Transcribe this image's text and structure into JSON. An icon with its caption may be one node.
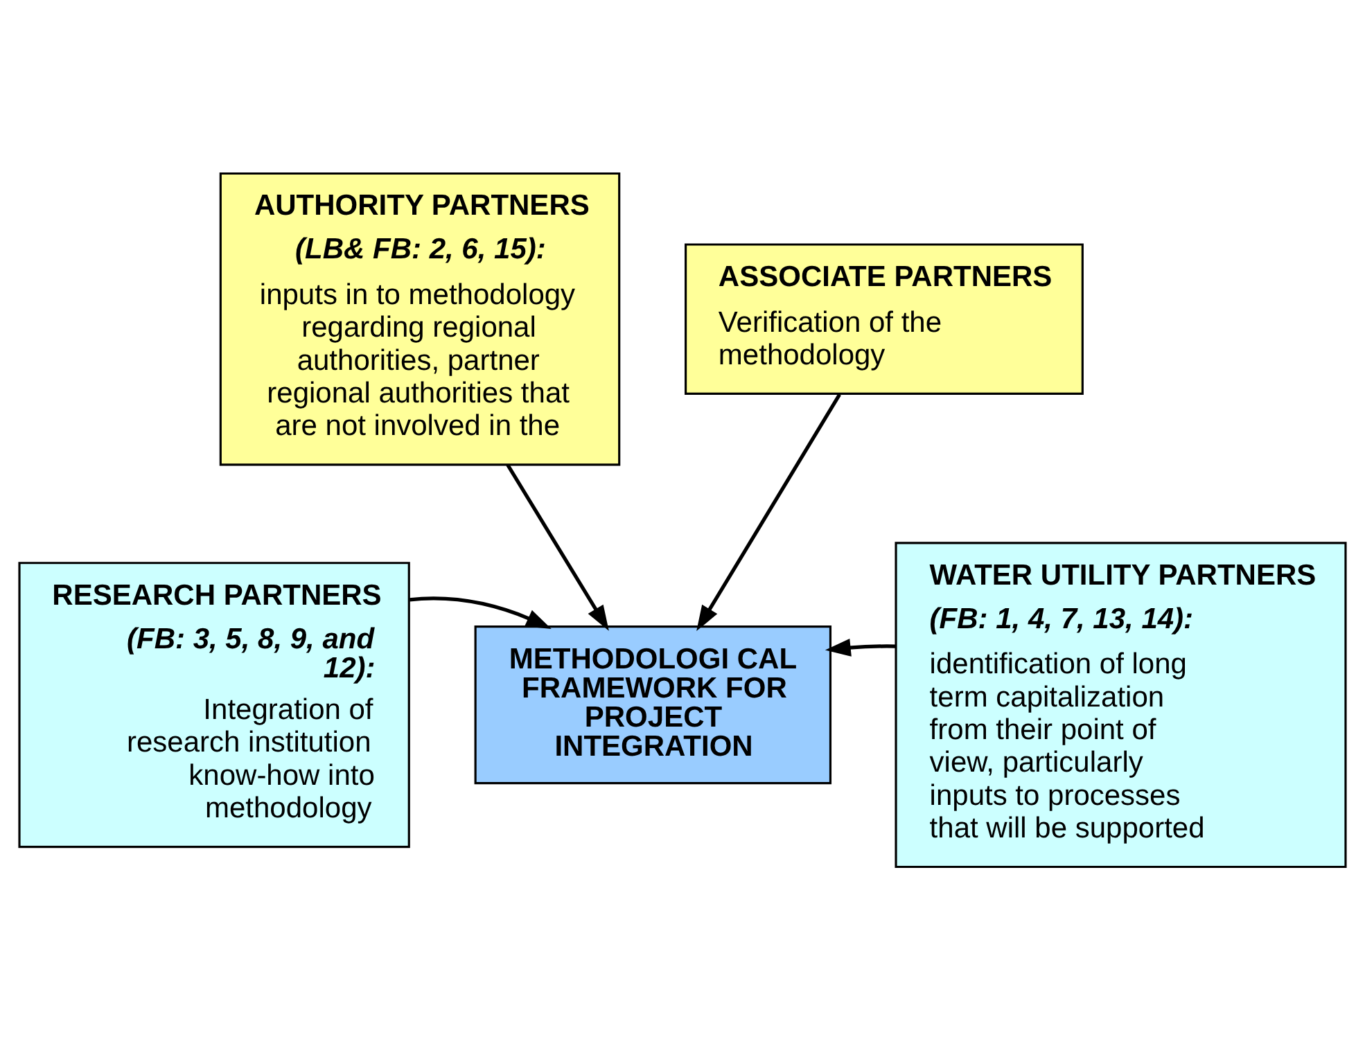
{
  "diagram": {
    "nodes": [
      {
        "text": [
          "METHODOLOGI CAL FRAMEWORK FOR PROJECT INTEGRATION"
        ]
      },
      {
        "text": [
          "AUTHORITY PARTNERS",
          "(LB& FB: 2, 6, 15):",
          "inputs in to methodology regarding regional authorities, partner regional authorities that are not involved in the"
        ]
      },
      {
        "text": [
          "RESEARCH PARTNERS",
          "(FB: 3, 5, 8, 9, and 12):",
          "Integration of research institution know-how into methodology"
        ]
      },
      {
        "text": [
          "WATER UTILITY PARTNERS",
          "(FB: 1, 4, 7, 13, 14):",
          "identification of long term capitalization from their point of view, particularly inputs to processes that will be supported"
        ]
      },
      {
        "text": [
          "ASSOCIATE PARTNERS",
          "Verification of the methodology"
        ]
      }
    ],
    "edges": [
      {
        "from": 1,
        "to": 0,
        "arrow": "to"
      },
      {
        "from": 2,
        "to": 0,
        "arrow": "to"
      },
      {
        "from": 3,
        "to": 0,
        "arrow": "to"
      },
      {
        "from": 4,
        "to": 0,
        "arrow": "to"
      }
    ]
  }
}
